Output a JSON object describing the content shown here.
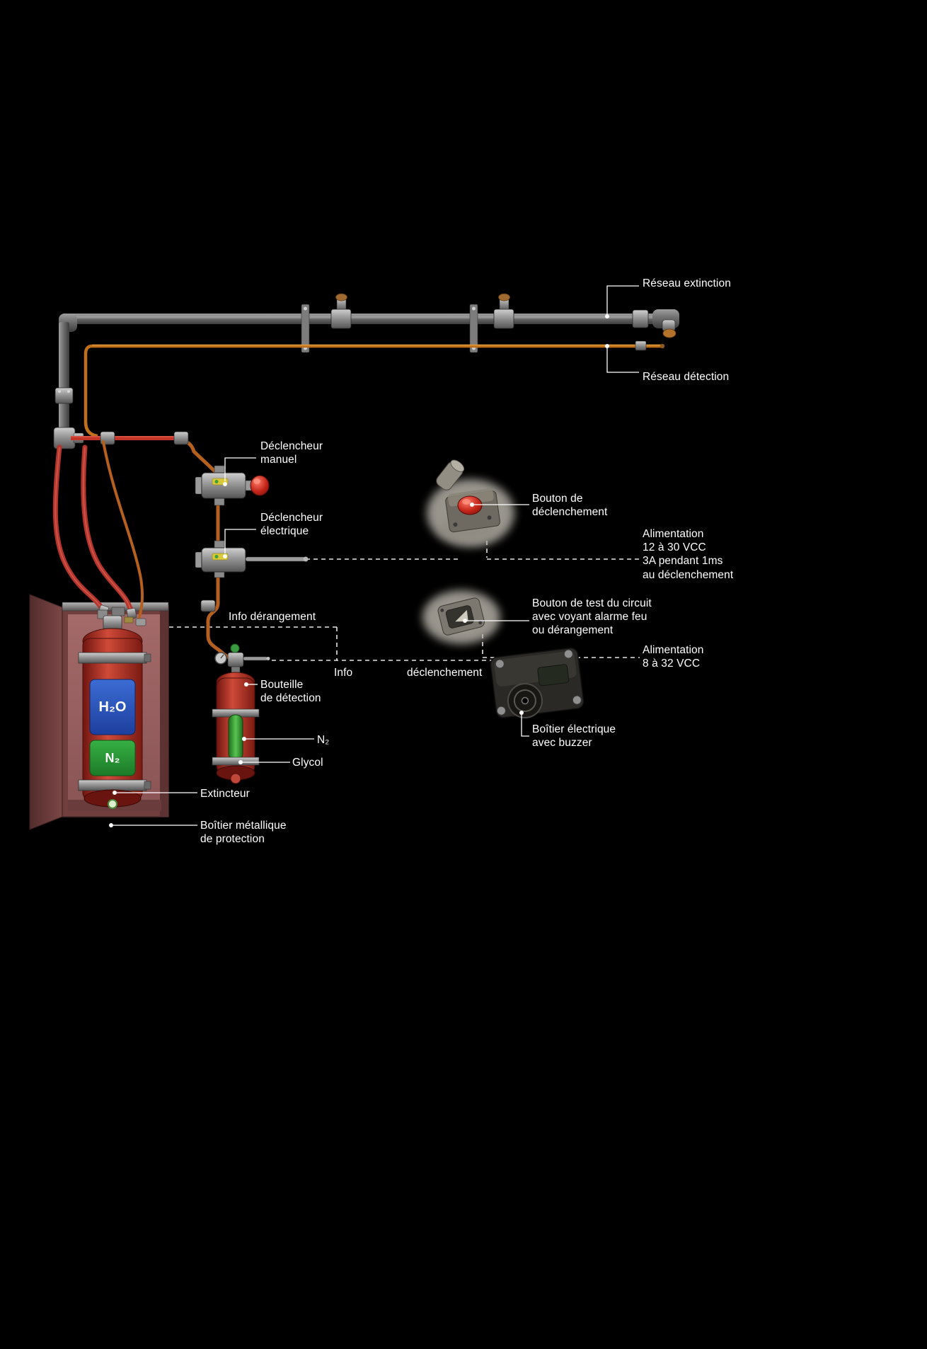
{
  "figure": {
    "kind": "technical-diagram",
    "background": "#000000"
  },
  "labels": {
    "reseau_extinction": "Réseau extinction",
    "reseau_detection": "Réseau détection",
    "declencheur_manuel": "Déclencheur\nmanuel",
    "declencheur_electrique": "Déclencheur\nélectrique",
    "bouton_declenchement": "Bouton de\ndéclenchement",
    "alim_12_30": "Alimentation\n12 à 30 VCC\n3A pendant 1ms\nau déclenchement",
    "info_derangement": "Info dérangement",
    "bouton_test": "Bouton de test du circuit\navec voyant alarme feu\nou dérangement",
    "alim_8_32": "Alimentation\n8 à 32 VCC",
    "info": "Info",
    "declenchement": "déclenchement",
    "bouteille_detection": "Bouteille\nde détection",
    "n2": "N₂",
    "glycol": "Glycol",
    "extincteur": "Extincteur",
    "boitier_metallique": "Boîtier métallique\nde protection",
    "boitier_electrique": "Boîtier électrique\navec buzzer"
  },
  "tank_markings": {
    "h2o": "H₂O",
    "n2": "N₂"
  },
  "colors": {
    "background": "#000000",
    "pipe_gray": "#6e6e6e",
    "detection_orange": "#c07018",
    "hose_red": "#b5342c",
    "h2o_blue": "#2a57c0",
    "n2_green": "#2a9a35",
    "label_text": "#ffffff",
    "cabinet_red": "#713e3e"
  }
}
